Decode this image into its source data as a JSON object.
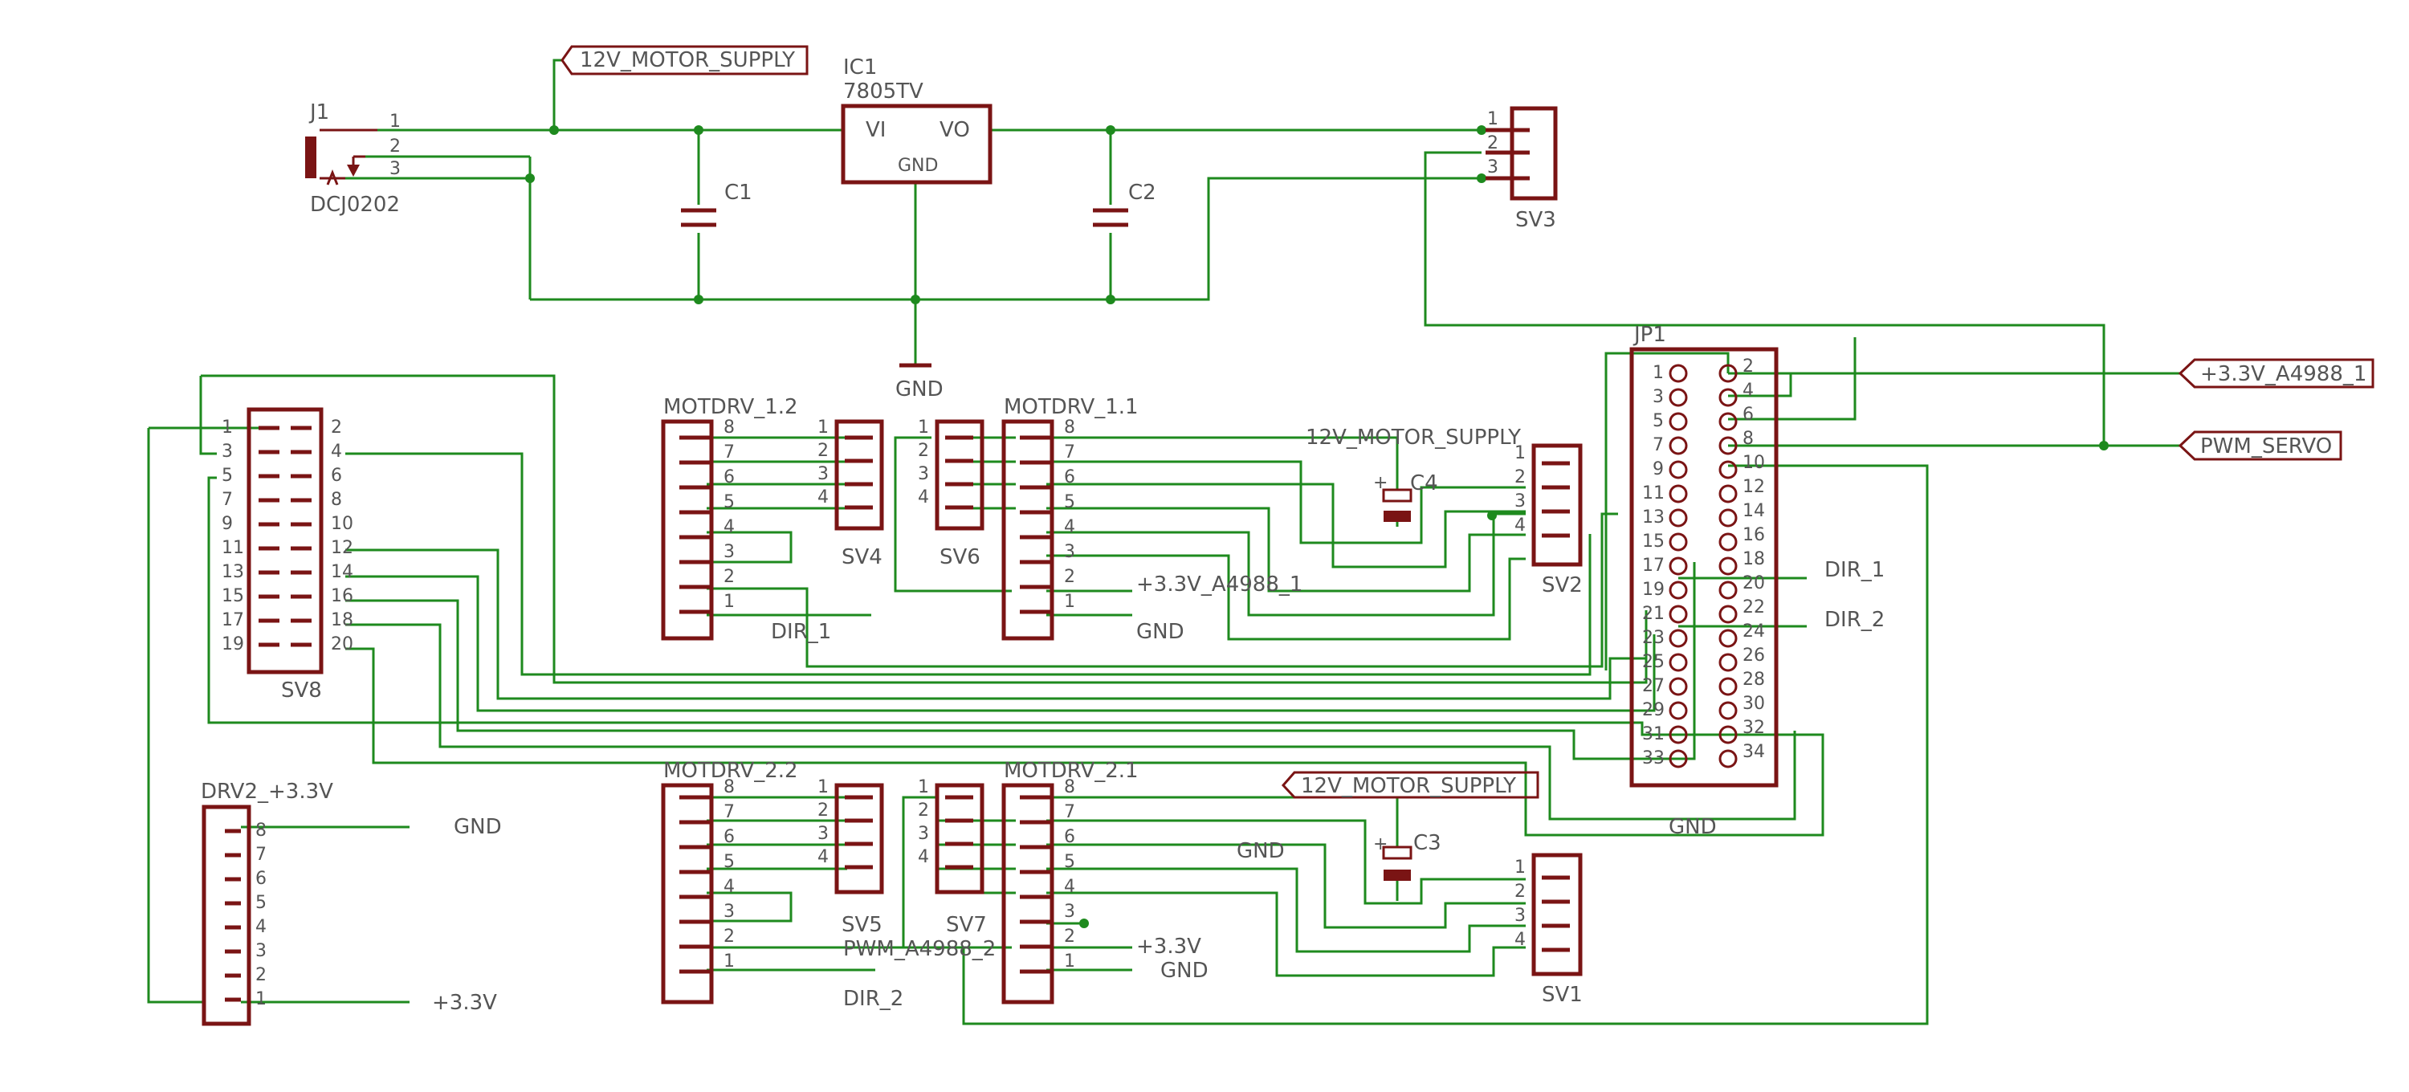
{
  "labels": {
    "motor_supply_flag": "12V_MOTOR_SUPPLY",
    "motor_supply_flag_lower": "12V_MOTOR_SUPPLY",
    "motor_supply_net_c4": "12V_MOTOR_SUPPLY",
    "v33_a4988_1_flag": "+3.3V_A4988_1",
    "pwm_servo_flag": "PWM_SERVO",
    "ic1_name": "IC1",
    "ic1_value": "7805TV",
    "ic1_vi": "VI",
    "ic1_vo": "VO",
    "ic1_gnd": "GND",
    "j1_name": "J1",
    "j1_value": "DCJ0202",
    "c1": "C1",
    "c2": "C2",
    "c3": "C3",
    "c4": "C4",
    "gnd_reg": "GND",
    "sv1": "SV1",
    "sv2": "SV2",
    "sv3": "SV3",
    "sv4": "SV4",
    "sv5": "SV5",
    "sv6": "SV6",
    "sv7": "SV7",
    "sv8": "SV8",
    "jp1": "JP1",
    "jp1_gnd": "GND",
    "motdrv_1_2": "MOTDRV_1.2",
    "motdrv_1_1": "MOTDRV_1.1",
    "motdrv_2_2": "MOTDRV_2.2",
    "motdrv_2_1": "MOTDRV_2.1",
    "drv2": "DRV2_+3.3V",
    "drv2_gnd": "GND",
    "drv2_33": "+3.3V",
    "dir1_m12": "DIR_1",
    "dir2_m22": "DIR_2",
    "v33_a4988_1_m11": "+3.3V_A4988_1",
    "gnd_m11": "GND",
    "gnd_m21_top": "GND",
    "v33_m21": "+3.3V",
    "gnd_m21": "GND",
    "pwm_a4988_2": "PWM_A4988_2",
    "dir1_jp": "DIR_1",
    "dir2_jp": "DIR_2",
    "pin_1": "1",
    "pin_2": "2",
    "pin_3": "3"
  },
  "connectors": {
    "sv_header4_pins": [
      "1",
      "2",
      "3",
      "4"
    ],
    "sv_header3_pins": [
      "1",
      "2",
      "3"
    ],
    "motdrv_pins": [
      "8",
      "7",
      "6",
      "5",
      "4",
      "3",
      "2",
      "1"
    ],
    "drv2_pins": [
      "8",
      "7",
      "6",
      "5",
      "4",
      "3",
      "2",
      "1"
    ],
    "sv8_left_pins": [
      "1",
      "3",
      "5",
      "7",
      "9",
      "11",
      "13",
      "15",
      "17",
      "19"
    ],
    "sv8_right_pins": [
      "2",
      "4",
      "6",
      "8",
      "10",
      "12",
      "14",
      "16",
      "18",
      "20"
    ],
    "jp1_left_pins": [
      "1",
      "3",
      "5",
      "7",
      "9",
      "11",
      "13",
      "15",
      "17",
      "19",
      "21",
      "23",
      "25",
      "27",
      "29",
      "31",
      "33"
    ],
    "jp1_right_pins": [
      "2",
      "4",
      "6",
      "8",
      "10",
      "12",
      "14",
      "16",
      "18",
      "20",
      "22",
      "24",
      "26",
      "28",
      "30",
      "32",
      "34"
    ]
  },
  "colors": {
    "wire": "#1e8a1e",
    "part": "#7a1414",
    "text": "#555555",
    "background": "#ffffff"
  }
}
